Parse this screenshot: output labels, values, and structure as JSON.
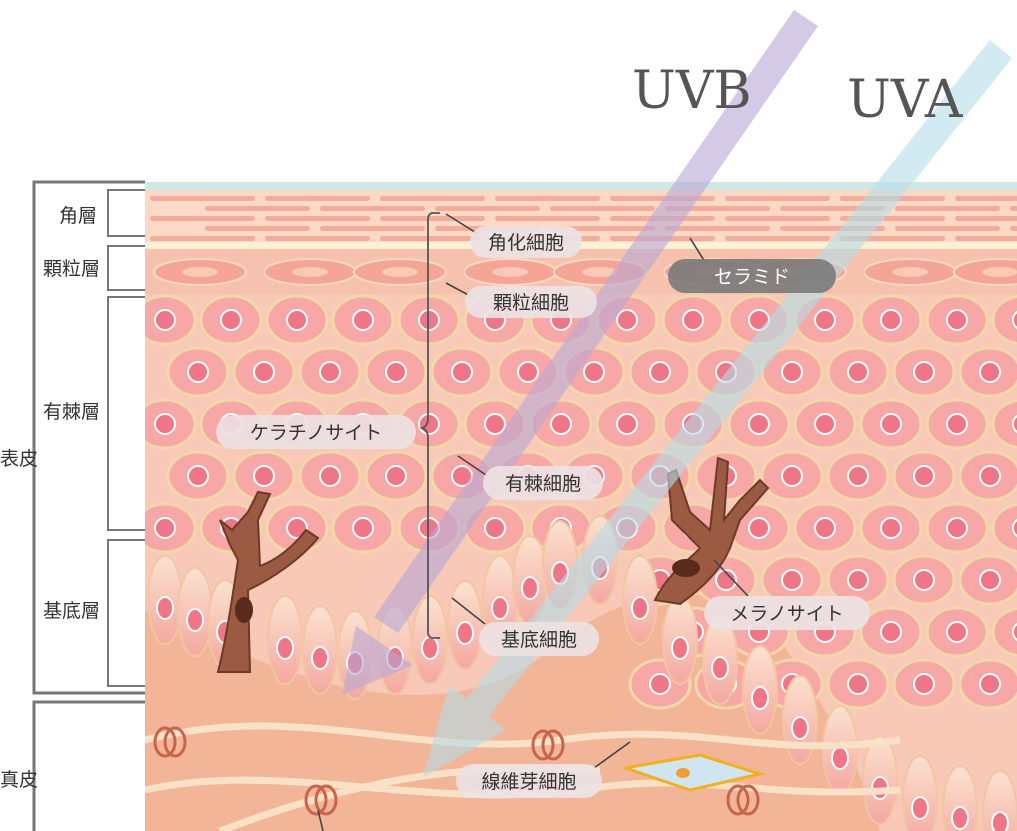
{
  "uv": {
    "uvb": "UVB",
    "uva": "UVA"
  },
  "layers": {
    "kakuso": "角層",
    "karyuso": "顆粒層",
    "yukyoku": "有棘層",
    "kitei": "基底層",
    "hyohi": "表皮",
    "shinpi": "真皮"
  },
  "cells": {
    "kakka": "角化細胞",
    "karyu": "顆粒細胞",
    "keratinocyte": "ケラチノサイト",
    "yukyoku_cell": "有棘細胞",
    "kitei_cell": "基底細胞",
    "ceramide": "セラミド",
    "melanocyte": "メラノサイト",
    "fibroblast": "線維芽細胞"
  },
  "colors": {
    "uvb_arrow": "#b8a6d6",
    "uva_arrow": "#b4dce8",
    "skin_base": "#f6b8a0",
    "cell_fill": "#f7a7a5",
    "nucleus": "#ee7686",
    "dermis": "#f3b597",
    "melanocyte": "#9b5a42"
  }
}
